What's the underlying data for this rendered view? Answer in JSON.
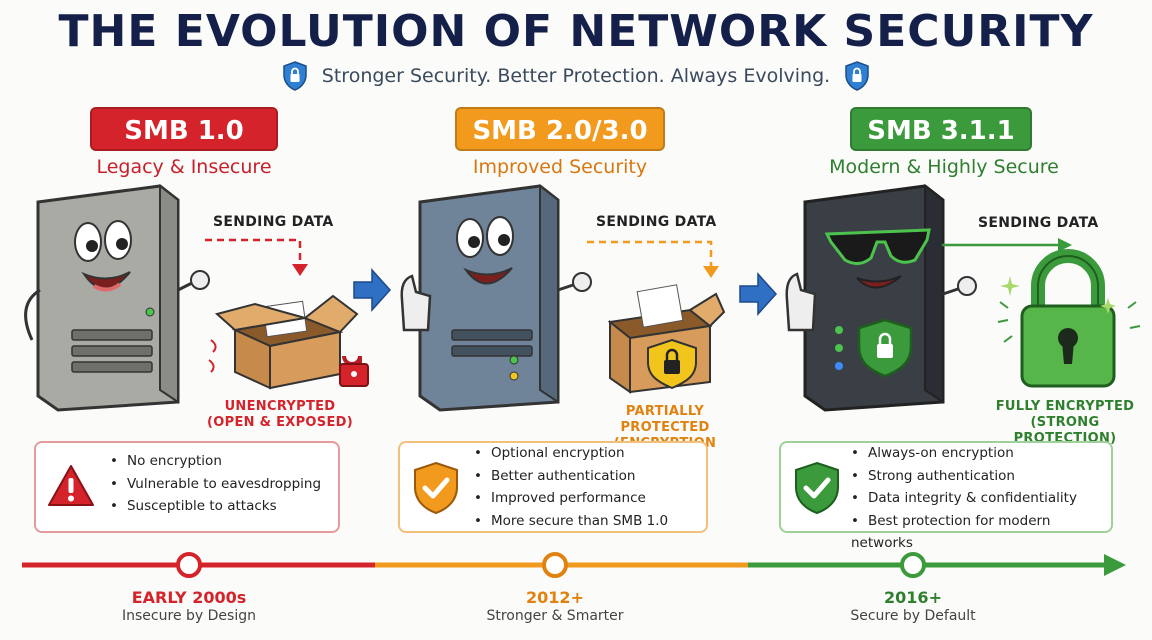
{
  "header": {
    "title": "THE EVOLUTION OF NETWORK SECURITY",
    "subtitle": "Stronger Security. Better Protection. Always Evolving."
  },
  "colors": {
    "red": "#d4232a",
    "orange": "#f29a1d",
    "green": "#3b9a3b",
    "navy": "#14204a",
    "blue_arrow": "#2f6fc4"
  },
  "stages": [
    {
      "badge": "SMB 1.0",
      "tagline": "Legacy & Insecure",
      "sending_label": "SENDING DATA",
      "status_line1": "UNENCRYPTED",
      "status_line2": "(OPEN & EXPOSED)",
      "card_icon": "warning-triangle-icon",
      "features": [
        "No encryption",
        "Vulnerable to eavesdropping",
        "Susceptible to attacks"
      ],
      "era": "EARLY 2000s",
      "era_sub": "Insecure by Design"
    },
    {
      "badge": "SMB 2.0/3.0",
      "tagline": "Improved Security",
      "sending_label": "SENDING DATA",
      "status_line1": "PARTIALLY PROTECTED",
      "status_line2": "(ENCRYPTION AVAILABLE)",
      "card_icon": "shield-check-icon",
      "features": [
        "Optional encryption",
        "Better authentication",
        "Improved performance",
        "More secure than SMB 1.0"
      ],
      "era": "2012+",
      "era_sub": "Stronger & Smarter"
    },
    {
      "badge": "SMB 3.1.1",
      "tagline": "Modern & Highly Secure",
      "sending_label": "SENDING DATA",
      "status_line1": "FULLY ENCRYPTED",
      "status_line2": "(STRONG PROTECTION)",
      "card_icon": "shield-check-icon",
      "features": [
        "Always-on encryption",
        "Strong authentication",
        "Data integrity & confidentiality",
        "Best protection for modern networks"
      ],
      "era": "2016+",
      "era_sub": "Secure by Default"
    }
  ]
}
